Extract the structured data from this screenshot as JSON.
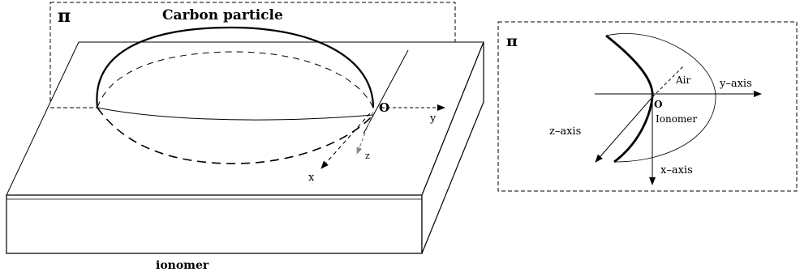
{
  "left_panel": {
    "plane_symbol": "π",
    "title": "Carbon particle",
    "origin_label": "O",
    "y_label": "y",
    "z_label": "z",
    "x_label": "x",
    "base_label": "ionomer"
  },
  "right_panel": {
    "plane_symbol": "π",
    "air_label": "Air",
    "y_axis_label": "y–axis",
    "origin_label": "O",
    "ionomer_label": "Ionomer",
    "z_axis_label": "z–axis",
    "x_axis_label": "x–axis"
  }
}
